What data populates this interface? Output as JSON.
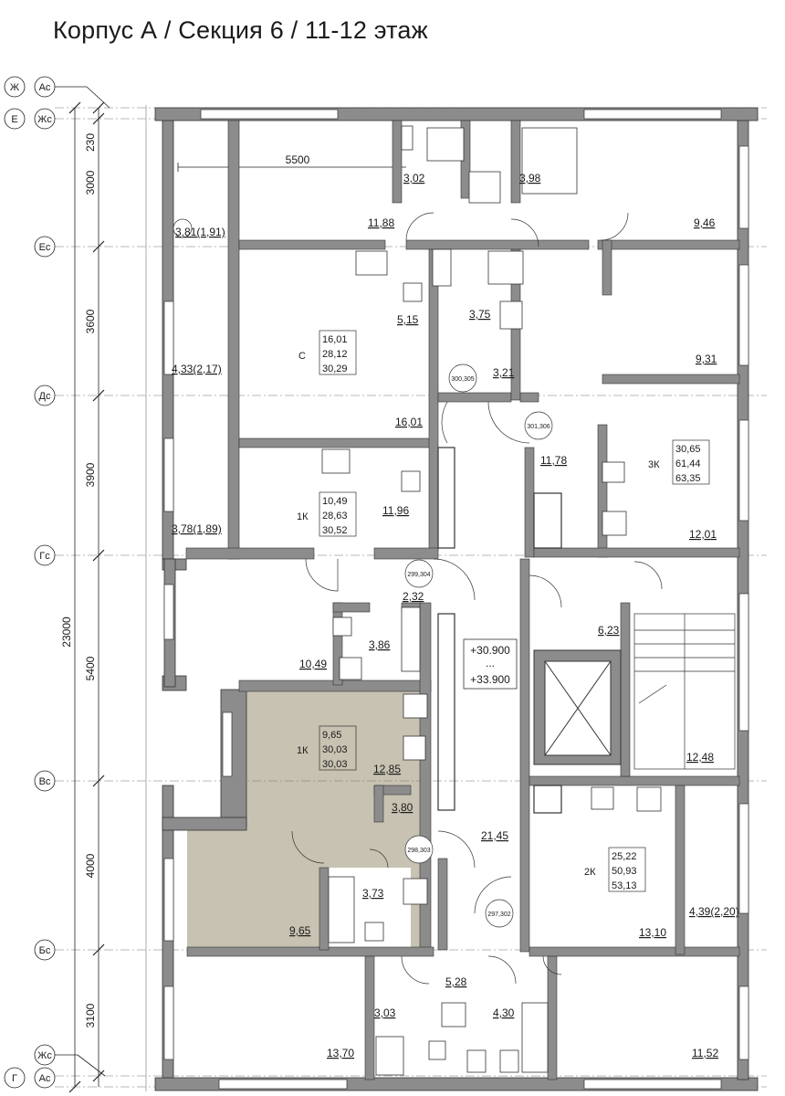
{
  "title": "Корпус А / Секция 6 / 11-12 этаж",
  "axes": {
    "bubbles": [
      {
        "id": "zh",
        "label": "Ж"
      },
      {
        "id": "ac-top",
        "label": "Ас"
      },
      {
        "id": "e",
        "label": "Е"
      },
      {
        "id": "zhs-top",
        "label": "Жс"
      },
      {
        "id": "es",
        "label": "Ес"
      },
      {
        "id": "ds",
        "label": "Дс"
      },
      {
        "id": "gs",
        "label": "Гс"
      },
      {
        "id": "vs",
        "label": "Вс"
      },
      {
        "id": "bs",
        "label": "Бс"
      },
      {
        "id": "zhs-bot",
        "label": "Жс"
      },
      {
        "id": "g",
        "label": "Г"
      },
      {
        "id": "ac-bot",
        "label": "Ас"
      }
    ]
  },
  "dimensions": {
    "d230": "230",
    "d3000": "3000",
    "d3600": "3600",
    "d3900": "3900",
    "d5400": "5400",
    "d4000": "4000",
    "d3100": "3100",
    "d23000": "23000",
    "d5500": "5500"
  },
  "rooms": [
    {
      "id": "r1",
      "label": "3,02"
    },
    {
      "id": "r2",
      "label": "3,98"
    },
    {
      "id": "r3",
      "label": "11,88"
    },
    {
      "id": "r4",
      "label": "9,46"
    },
    {
      "id": "r5",
      "label": "3,81(1,91)"
    },
    {
      "id": "r6",
      "label": "5,15"
    },
    {
      "id": "r7",
      "label": "3,75"
    },
    {
      "id": "r8",
      "label": "9,31"
    },
    {
      "id": "r9",
      "label": "4,33(2,17)"
    },
    {
      "id": "r10",
      "label": "3,21"
    },
    {
      "id": "r11",
      "label": "16,01"
    },
    {
      "id": "r12",
      "label": "11,78"
    },
    {
      "id": "r13",
      "label": "11,96"
    },
    {
      "id": "r14",
      "label": "3,78(1,89)"
    },
    {
      "id": "r15",
      "label": "12,01"
    },
    {
      "id": "r16",
      "label": "2,32"
    },
    {
      "id": "r17",
      "label": "6,23"
    },
    {
      "id": "r18",
      "label": "3,86"
    },
    {
      "id": "r19",
      "label": "10,49"
    },
    {
      "id": "r20",
      "label": "12,85"
    },
    {
      "id": "r21",
      "label": "12,48"
    },
    {
      "id": "r22",
      "label": "3,80"
    },
    {
      "id": "r23",
      "label": "21,45"
    },
    {
      "id": "r24",
      "label": "3,73"
    },
    {
      "id": "r25",
      "label": "9,65"
    },
    {
      "id": "r26",
      "label": "13,10"
    },
    {
      "id": "r27",
      "label": "4,39(2,20)"
    },
    {
      "id": "r28",
      "label": "5,28"
    },
    {
      "id": "r29",
      "label": "3,03"
    },
    {
      "id": "r30",
      "label": "4,30"
    },
    {
      "id": "r31",
      "label": "13,70"
    },
    {
      "id": "r32",
      "label": "11,52"
    }
  ],
  "apartments": [
    {
      "id": "apt-c",
      "type": "С",
      "v1": "16,01",
      "v2": "28,12",
      "v3": "30,29"
    },
    {
      "id": "apt-1k-a",
      "type": "1К",
      "v1": "10,49",
      "v2": "28,63",
      "v3": "30,52"
    },
    {
      "id": "apt-3k",
      "type": "3К",
      "v1": "30,65",
      "v2": "61,44",
      "v3": "63,35"
    },
    {
      "id": "apt-1k-b",
      "type": "1К",
      "v1": "9,65",
      "v2": "30,03",
      "v3": "30,03",
      "highlighted": true
    },
    {
      "id": "apt-2k",
      "type": "2К",
      "v1": "25,22",
      "v2": "50,93",
      "v3": "53,13"
    }
  ],
  "door_tags": [
    "300,305",
    "301,306",
    "299,304",
    "298,303",
    "297,302"
  ],
  "levels": {
    "lower": "+30.900",
    "dots": "...",
    "upper": "+33.900"
  },
  "colors": {
    "highlight": "#c7c2b1",
    "wall": "#8c8c8c",
    "wall_dark": "#5a5a5a",
    "line": "#1a1a1a"
  }
}
